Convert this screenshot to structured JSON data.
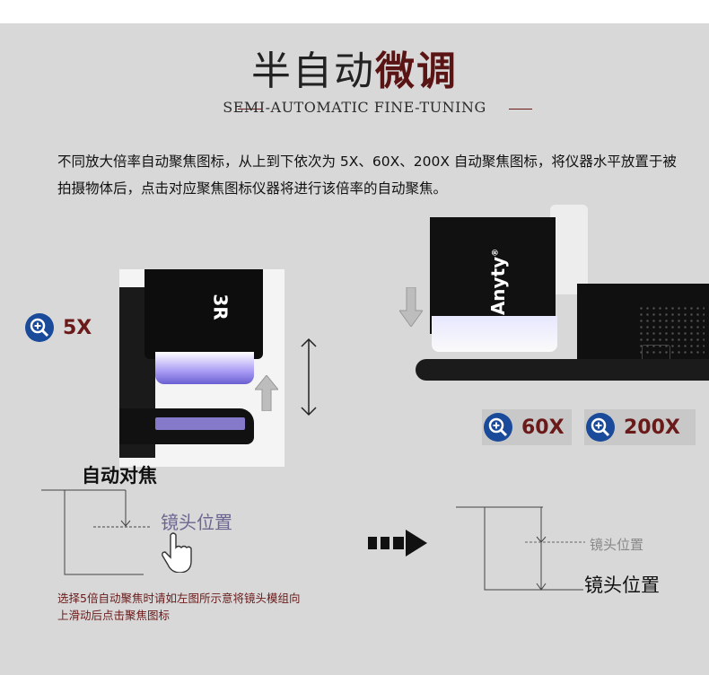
{
  "title": {
    "normal": "半自动",
    "bold": "微调"
  },
  "subtitle": "SEMI-AUTOMATIC FINE-TUNING",
  "description": "不同放大倍率自动聚焦图标，从上到下依次为 5X、60X、200X 自动聚焦图标，将仪器水平放置于被拍摄物体后，点击对应聚焦图标仪器将进行该倍率的自动聚焦。",
  "badges": [
    {
      "label": "5X",
      "icon": "zoom-in-icon"
    },
    {
      "label": "60X",
      "icon": "zoom-in-icon"
    },
    {
      "label": "200X",
      "icon": "zoom-in-icon"
    }
  ],
  "device_left_label": "3R",
  "device_right_label": "Anyty",
  "device_right_mark": "®",
  "autofocus_title": "自动对焦",
  "lens_position_1": "镜头位置",
  "lens_position_2": "镜头位置",
  "lens_position_3": "镜头位置",
  "note": "选择5倍自动聚焦时请如左图所示意将镜头模组向上滑动后点击聚焦图标",
  "colors": {
    "accent": "#5a1414",
    "badge_icon": "#1a4a9a",
    "panel": "#d8d8d8"
  }
}
